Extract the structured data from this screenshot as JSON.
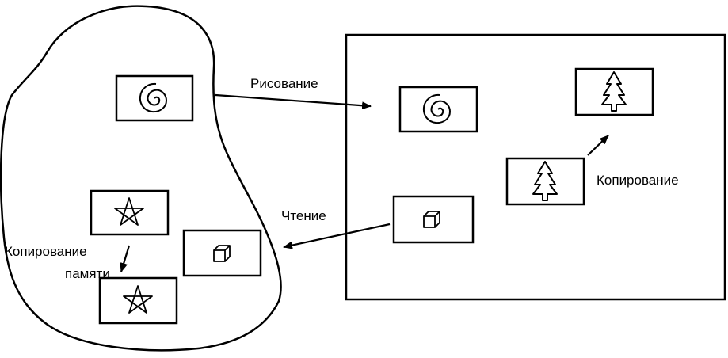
{
  "labels": {
    "draw": "Рисование",
    "read": "Чтение",
    "copy": "Копирование",
    "memcopy_line1": "Копирование",
    "memcopy_line2": "памяти"
  },
  "icons": {
    "memory_spiral": "spiral-icon",
    "screen_spiral": "spiral-icon",
    "screen_tree_top": "tree-icon",
    "screen_tree_bottom": "tree-icon",
    "screen_cube": "cube-icon",
    "memory_cube": "cube-icon",
    "memory_star_top": "star-icon",
    "memory_star_bottom": "star-icon"
  },
  "colors": {
    "ink": "#000000",
    "background": "#ffffff"
  }
}
